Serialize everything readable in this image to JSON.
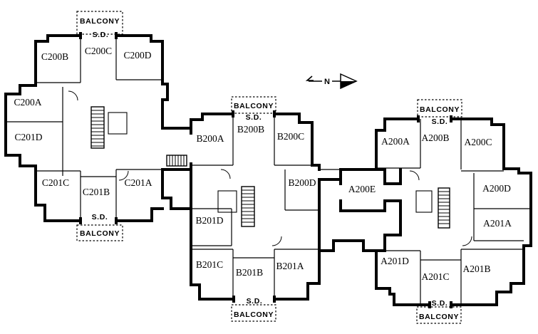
{
  "floor_plan": {
    "north_label": "N",
    "labels": {
      "balcony": "BALCONY",
      "sliding_door": "S.D."
    },
    "colors": {
      "line": "#000000",
      "background": "#ffffff"
    },
    "buildings": [
      {
        "id": "C",
        "units": [
          "C200B",
          "C200C",
          "C200D",
          "C200A",
          "C201D",
          "C201C",
          "C201B",
          "C201A"
        ]
      },
      {
        "id": "B",
        "units": [
          "B200A",
          "B200B",
          "B200C",
          "B200D",
          "B201D",
          "B201C",
          "B201B",
          "B201A"
        ]
      },
      {
        "id": "A",
        "units": [
          "A200A",
          "A200B",
          "A200C",
          "A200E",
          "A200D",
          "A201A",
          "A201D",
          "A201C",
          "A201B"
        ]
      }
    ]
  }
}
